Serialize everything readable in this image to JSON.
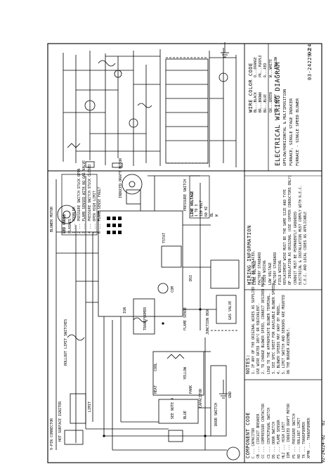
{
  "title_block": {
    "title": "ELECTRICAL WIRING DIAGRAM",
    "subtitle_lines": [
      "UPFLOW/HORIZONTAL & MULTIPOSITION",
      "FURNACE, SINGLE STAGE INDUCER",
      "FURNACE - SINGLE SPEED BLOWER"
    ],
    "drawing_number": "03-24229-24",
    "rev": "02",
    "footer_number": "92-24224-02",
    "footer_rev": "02"
  },
  "wire_color_code": {
    "title": "WIRE COLOR CODE",
    "left_column": [
      "BL...BLACK",
      "BR...BROWN",
      "BU...BLUE",
      "GN...GREEN",
      "GY...GRAY"
    ],
    "right_column": [
      "O...ORANGE",
      "PR...PURPLE",
      "R...RED",
      "W...WHITE",
      "Y...YELLOW"
    ]
  },
  "wiring_information": {
    "title": "WIRING INFORMATION",
    "lines": [
      "LINE VOLTAGE",
      "FACTORY STANDARD",
      "FIELD WIRING",
      "LOW VOLTAGE",
      "FACTORY STANDARD",
      "FIELD WIRING",
      "REPLACEMENT WIRE MUST BE THE SAME SIZE AND TYPE",
      "OF INSULATION AS ORIGINAL (USE COPPER CONDUCTORS ONLY)",
      "CONDUIT MUST BE PERMANENTLY GROUNDED",
      "ELECTRICAL & INSTALLATION MUST COMPLY WITH N.E.C.",
      "C.E.C. AND LOCAL CODES AS APPLICABLE"
    ]
  },
  "led_codes": {
    "title": "LED CODES",
    "header": "FLASHES",
    "lines": [
      "1 ... PROBLEM",
      "2 ... PRESSURE SWITCH STUCK OPEN",
      "3 ... FLAME SENSED WITH NO GAS VALVE",
      "4 ... PRESSURE SWITCH STUCK CLOSED",
      "5 ... OPEN HIGH LIMIT",
      "6 ... FLAME SENSE FAULT"
    ]
  },
  "line_voltage_block": {
    "title": "LINE VOLTAGE",
    "lines": [
      "1 TO 3",
      "120 VOLT",
      "60 HZ",
      "BL",
      "W"
    ]
  },
  "notes": {
    "title": "NOTES:",
    "lines": [
      "1. IF ANY OF THE ORIGINAL WIRES AS SUPPLIED MUST BE REPLACED,",
      "   USE WIRE RATED 105°C OR EQUIVALENT.",
      "2. TO CHANGE BLOWER SPEED, CONNECT DESIRED MOTOR",
      "   LEAD TO THE APPROPRIATE BLOWER TERMINAL.",
      "3. SEE SPEC SHEET FOR AVAILABLE BLOWER SPEEDS.",
      "4. BLOWER SPEEDS MAY VARY BY MODEL.",
      "5. LIMIT SWITCH AND SENSORS ARE MOUNTED",
      "   ON THE BURNER ASSEMBLY."
    ]
  },
  "component_code": {
    "title": "COMPONENT CODE",
    "lines": [
      "C ... CAPACITOR",
      "CB ... CIRCUIT BREAKER",
      "CC ... COMPRESSOR CONTACTOR",
      "CS ... CENTRIFUGAL SWITCH",
      "DS ... DOOR SWITCH",
      "FS ... FLAME SENSOR",
      "HLI ... HIGH LIMIT",
      "IDM ... INDUCED DRAFT MOTOR",
      "PS ... PRESSURE SWITCH",
      "RO ... ROLLOUT LIMIT",
      "TR ... TRANSFORMER",
      "XFMR ... TRANSFORMER"
    ]
  },
  "diagram_labels": {
    "connector": "9-PIN CONNECTOR",
    "blower_motor": "BLOWER MOTOR",
    "see_note": "SEE NOTE 4",
    "rollout": "ROLLOUT LIMIT SWITCHES",
    "inducer": "INDUCED DRAFT MOTOR",
    "pressure_switch": "PRESSURE SWITCH",
    "transformer": "TRANSFORMER",
    "gas_valve": "GAS VALVE",
    "door_switch": "DOOR SWITCH",
    "hot_surface": "HOT SURFACE IGNITER",
    "ground": "GND",
    "junction_box": "JUNCTION BOX",
    "ign": "IGN",
    "com": "COM",
    "flame": "FLAME SENSE",
    "tstat": "TSTAT",
    "limit": "LIMIT",
    "heat": "HEAT",
    "cool": "COOL",
    "park": "PARK",
    "yellow_tag": "YELLOW",
    "blue_tag": "BLUE",
    "cap": "CAPACITOR",
    "dsi": "DSI"
  }
}
